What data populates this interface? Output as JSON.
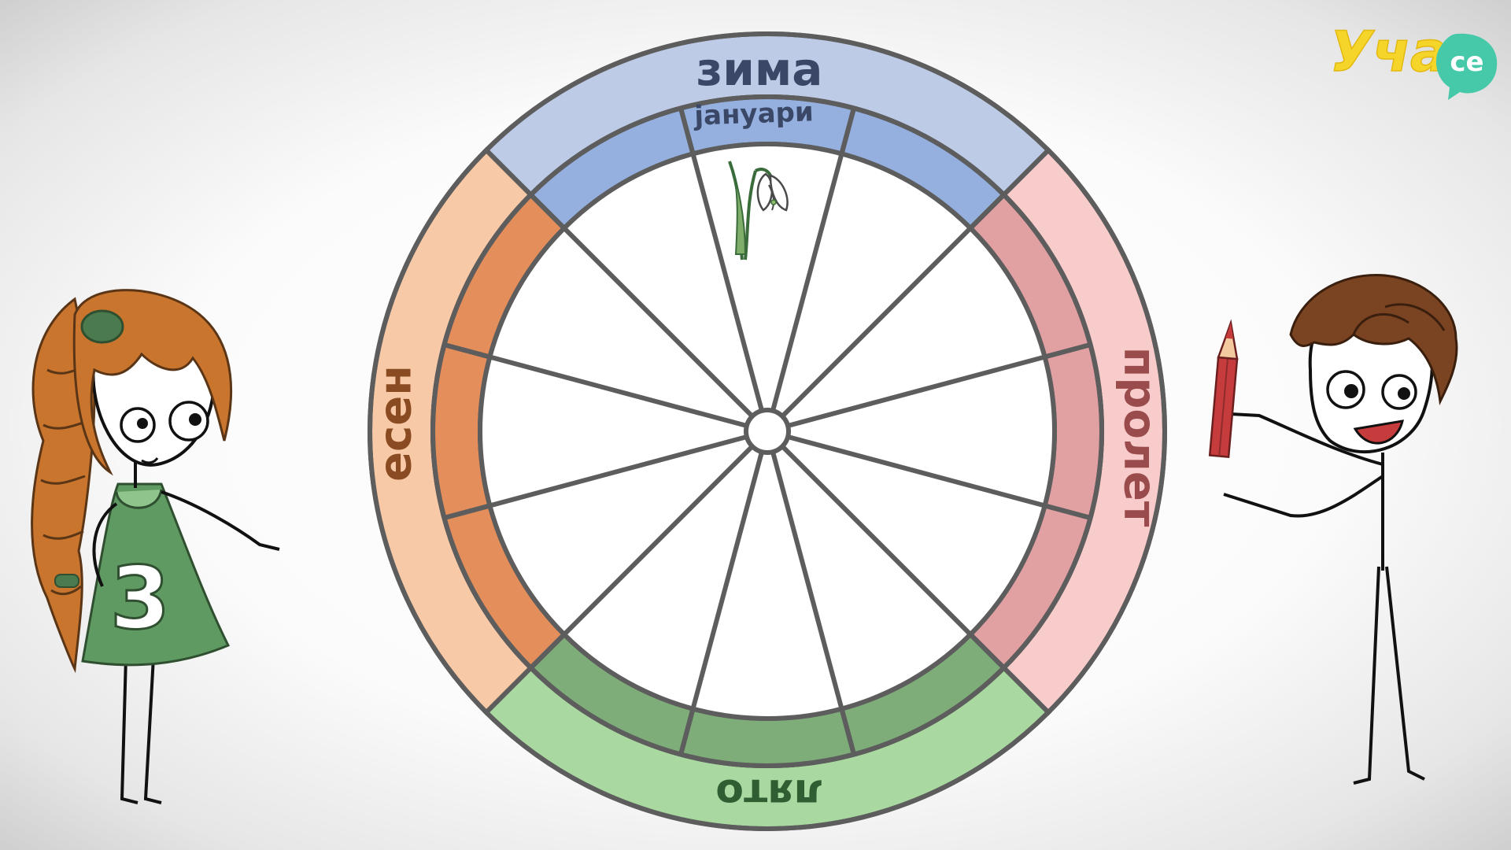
{
  "logo": {
    "main": "Учa",
    "badge": "се",
    "colors": {
      "main": "#f6d52b",
      "badge": "#45c9a8"
    }
  },
  "wheel": {
    "seasons": [
      {
        "id": "winter",
        "label": "зима",
        "color": "#bdcbe6",
        "text_color": "#3a4766"
      },
      {
        "id": "spring",
        "label": "пролет",
        "color": "#f9cccc",
        "text_color": "#9a4b4b"
      },
      {
        "id": "summer",
        "label": "лято",
        "color": "#a9d9a0",
        "text_color": "#2f5e33"
      },
      {
        "id": "autumn",
        "label": "есен",
        "color": "#f8c9a6",
        "text_color": "#8a4a22"
      }
    ],
    "month_segment_colors": {
      "winter": "#95b0de",
      "spring": "#e1a0a2",
      "summer": "#7fad7a",
      "autumn": "#e38e5b"
    },
    "labeled_month": "јануари",
    "outline_color": "#5d5d5d",
    "flower_icon": "snowdrop-icon"
  },
  "girl": {
    "shirt_number": "3",
    "hair_color": "#c9752e",
    "dress_color": "#5f9a62"
  },
  "boy": {
    "hair_color": "#7a4422",
    "pencil_color": "#c63b3b"
  }
}
